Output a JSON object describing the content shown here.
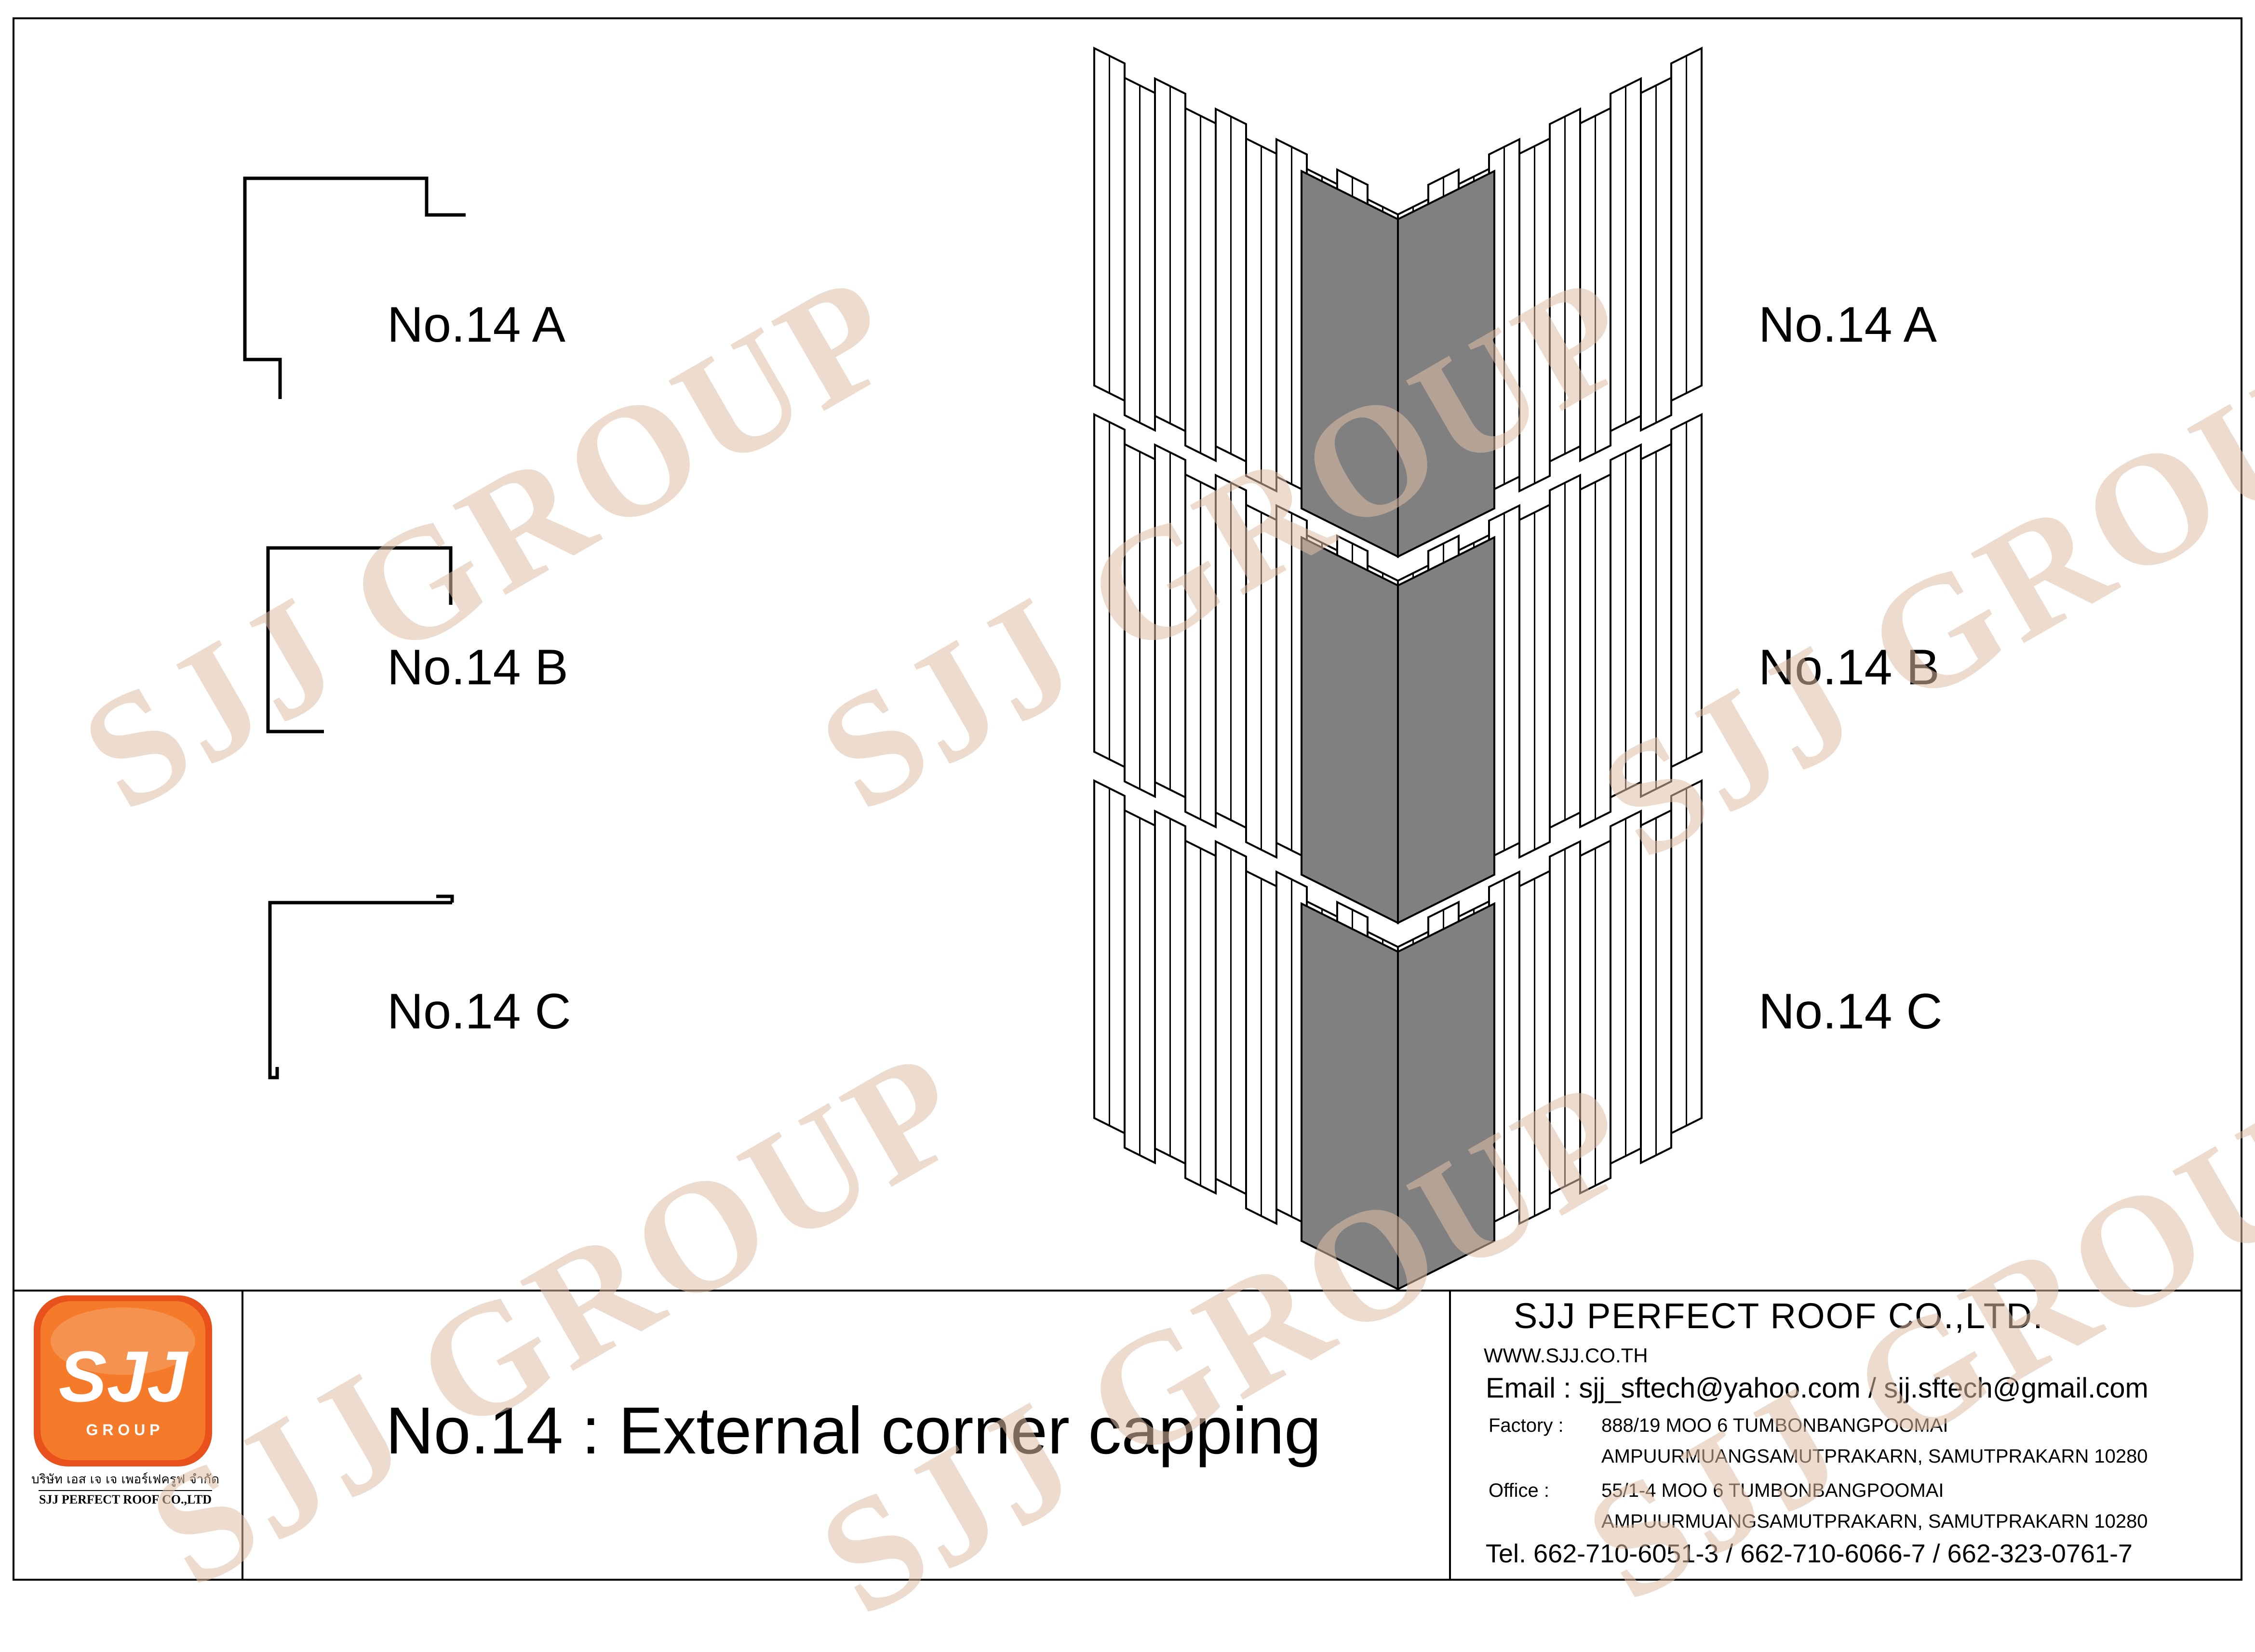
{
  "profiles": [
    {
      "label": "No.14 A"
    },
    {
      "label": "No.14 B"
    },
    {
      "label": "No.14 C"
    }
  ],
  "views": [
    {
      "label": "No.14 A"
    },
    {
      "label": "No.14 B"
    },
    {
      "label": "No.14 C"
    }
  ],
  "watermark": "SJJ GROUP",
  "title_block": {
    "drawing_title": "No.14 : External corner capping",
    "company_name": "SJJ PERFECT ROOF CO.,LTD.",
    "website": "WWW.SJJ.CO.TH",
    "email": "Email : sjj_sftech@yahoo.com / sjj.sftech@gmail.com",
    "factory_label": "Factory :",
    "factory_line1": "888/19 MOO 6 TUMBONBANGPOOMAI",
    "factory_line2": "AMPUURMUANGSAMUTPRAKARN, SAMUTPRAKARN 10280",
    "office_label": "Office  :",
    "office_line1": "55/1-4 MOO 6 TUMBONBANGPOOMAI",
    "office_line2": "AMPUURMUANGSAMUTPRAKARN, SAMUTPRAKARN 10280",
    "tel": "Tel. 662-710-6051-3 / 662-710-6066-7 / 662-323-0761-7"
  },
  "logo": {
    "mark": "SJJ",
    "sub": "G R O U P",
    "thai_name": "บริษัท เอส เจ เจ เพอร์เฟครูฟ จำกัด",
    "company_caption": "SJJ PERFECT ROOF CO.,LTD",
    "colors": {
      "badge_outer": "#e8501c",
      "badge_inner": "#f57a2a",
      "text": "#ffffff"
    }
  },
  "colors": {
    "capping_fill": "#808080",
    "line": "#000000",
    "watermark": "#debea5"
  }
}
